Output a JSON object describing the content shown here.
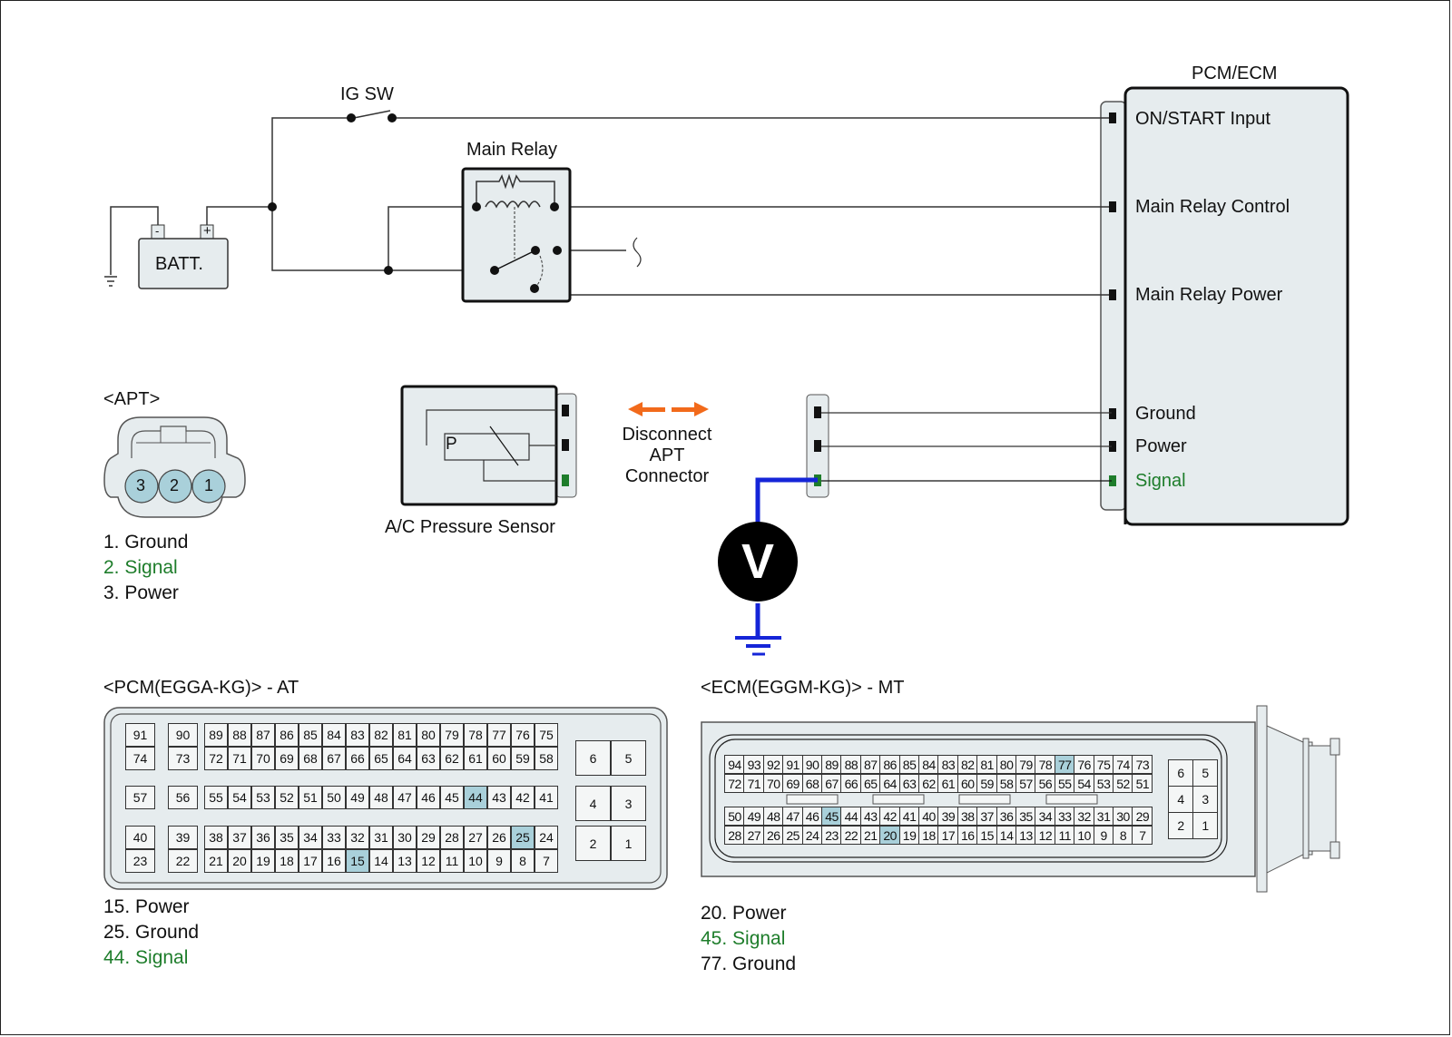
{
  "colors": {
    "signal_green": "#1e7d2b",
    "meter_lead_blue": "#1525d8",
    "arrow_orange": "#f26a1b",
    "highlight_pin": "#a9d0da",
    "component_fill": "#e6ecee"
  },
  "circuit": {
    "ig_sw_label": "IG SW",
    "main_relay_label": "Main Relay",
    "battery_label": "BATT.",
    "battery_minus": "-",
    "battery_plus": "+",
    "ecu_title": "PCM/ECM",
    "ecu_terminals": [
      {
        "label": "ON/START Input",
        "color": "black"
      },
      {
        "label": "Main Relay Control",
        "color": "black"
      },
      {
        "label": "Main Relay Power",
        "color": "black"
      },
      {
        "label": "Ground",
        "color": "black"
      },
      {
        "label": "Power",
        "color": "black"
      },
      {
        "label": "Signal",
        "color": "green"
      }
    ],
    "sensor_label": "A/C Pressure Sensor",
    "sensor_element": "P",
    "disconnect_text": [
      "Disconnect",
      "APT",
      "Connector"
    ],
    "voltmeter_symbol": "V"
  },
  "apt": {
    "title": "<APT>",
    "pins_visual": [
      "3",
      "2",
      "1"
    ],
    "pin_list": [
      {
        "text": "1. Ground",
        "color": "black"
      },
      {
        "text": "2. Signal",
        "color": "green"
      },
      {
        "text": "3. Power",
        "color": "black"
      }
    ]
  },
  "pcm": {
    "title": "<PCM(EGGA-KG)> - AT",
    "highlighted": [
      "15",
      "25",
      "44"
    ],
    "rows": [
      [
        "91",
        "90",
        "89",
        "88",
        "87",
        "86",
        "85",
        "84",
        "83",
        "82",
        "81",
        "80",
        "79",
        "78",
        "77",
        "76",
        "75"
      ],
      [
        "74",
        "73",
        "72",
        "71",
        "70",
        "69",
        "68",
        "67",
        "66",
        "65",
        "64",
        "63",
        "62",
        "61",
        "60",
        "59",
        "58"
      ],
      [
        "57",
        "56",
        "55",
        "54",
        "53",
        "52",
        "51",
        "50",
        "49",
        "48",
        "47",
        "46",
        "45",
        "44",
        "43",
        "42",
        "41"
      ],
      [
        "40",
        "39",
        "38",
        "37",
        "36",
        "35",
        "34",
        "33",
        "32",
        "31",
        "30",
        "29",
        "28",
        "27",
        "26",
        "25",
        "24"
      ],
      [
        "23",
        "22",
        "21",
        "20",
        "19",
        "18",
        "17",
        "16",
        "15",
        "14",
        "13",
        "12",
        "11",
        "10",
        "9",
        "8",
        "7"
      ]
    ],
    "side_pins": [
      [
        "6",
        "5"
      ],
      [
        "4",
        "3"
      ],
      [
        "2",
        "1"
      ]
    ],
    "pin_list": [
      {
        "text": "15. Power",
        "color": "black"
      },
      {
        "text": "25. Ground",
        "color": "black"
      },
      {
        "text": "44. Signal",
        "color": "green"
      }
    ]
  },
  "ecm": {
    "title": "<ECM(EGGM-KG)> - MT",
    "highlighted": [
      "77",
      "45",
      "20"
    ],
    "rows": [
      [
        "94",
        "93",
        "92",
        "91",
        "90",
        "89",
        "88",
        "87",
        "86",
        "85",
        "84",
        "83",
        "82",
        "81",
        "80",
        "79",
        "78",
        "77",
        "76",
        "75",
        "74",
        "73"
      ],
      [
        "72",
        "71",
        "70",
        "69",
        "68",
        "67",
        "66",
        "65",
        "64",
        "63",
        "62",
        "61",
        "60",
        "59",
        "58",
        "57",
        "56",
        "55",
        "54",
        "53",
        "52",
        "51"
      ],
      [
        "50",
        "49",
        "48",
        "47",
        "46",
        "45",
        "44",
        "43",
        "42",
        "41",
        "40",
        "39",
        "38",
        "37",
        "36",
        "35",
        "34",
        "33",
        "32",
        "31",
        "30",
        "29"
      ],
      [
        "28",
        "27",
        "26",
        "25",
        "24",
        "23",
        "22",
        "21",
        "20",
        "19",
        "18",
        "17",
        "16",
        "15",
        "14",
        "13",
        "12",
        "11",
        "10",
        "9",
        "8",
        "7"
      ]
    ],
    "side_pins": [
      [
        "6",
        "5"
      ],
      [
        "4",
        "3"
      ],
      [
        "2",
        "1"
      ]
    ],
    "pin_list": [
      {
        "text": "20. Power",
        "color": "black"
      },
      {
        "text": "45. Signal",
        "color": "green"
      },
      {
        "text": "77. Ground",
        "color": "black"
      }
    ]
  }
}
